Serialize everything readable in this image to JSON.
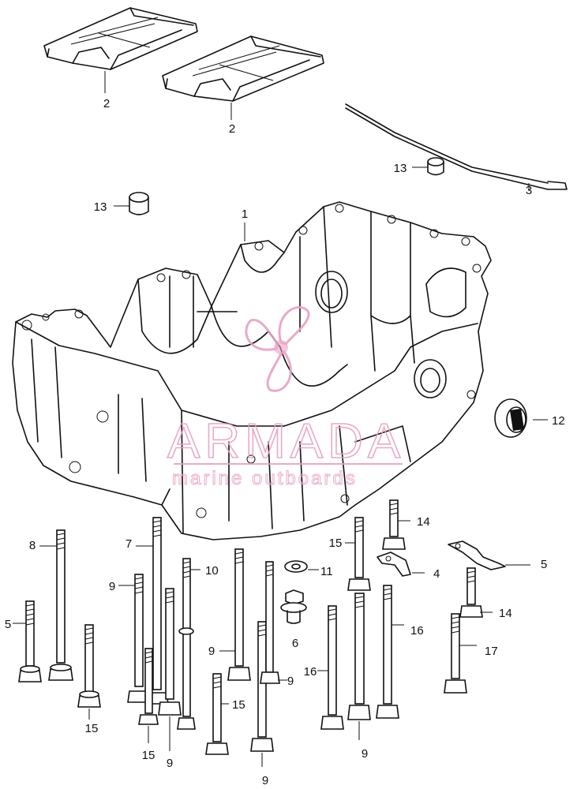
{
  "watermark": {
    "brand": "ARMADA",
    "tagline": "marine outboards",
    "brand_color": "#e8a0c4"
  },
  "callouts": {
    "c1": "1",
    "c2a": "2",
    "c2b": "2",
    "c3": "3",
    "c4": "4",
    "c5a": "5",
    "c5b": "5",
    "c6": "6",
    "c7": "7",
    "c8": "8",
    "c9a": "9",
    "c9b": "9",
    "c9c": "9",
    "c9d": "9",
    "c9e": "9",
    "c9f": "9",
    "c10": "10",
    "c11": "11",
    "c12": "12",
    "c13a": "13",
    "c13b": "13",
    "c14a": "14",
    "c14b": "14",
    "c15a": "15",
    "c15b": "15",
    "c15c": "15",
    "c15d": "15",
    "c16a": "16",
    "c16b": "16",
    "c17": "17"
  }
}
